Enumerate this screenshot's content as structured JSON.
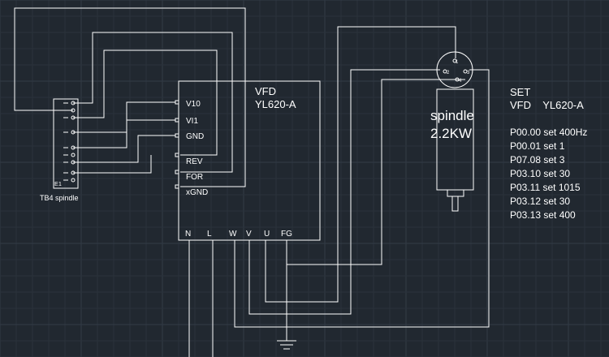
{
  "colors": {
    "background": "#212830",
    "grid": "#2c343e",
    "lines": "#ffffff"
  },
  "terminal_block": {
    "label": "TB4 spindle",
    "pin_marks": [
      "E",
      "1"
    ]
  },
  "vfd": {
    "title": "VFD",
    "model": "YL620-A",
    "left_terminals": [
      "V10",
      "VI1",
      "GND",
      "REV",
      "FOR",
      "xGND"
    ],
    "bottom_terminals": [
      "N",
      "L",
      "W",
      "V",
      "U",
      "FG"
    ]
  },
  "spindle": {
    "name": "spindle",
    "power": "2.2KW",
    "connector_pins": [
      "1",
      "2",
      "3",
      "4"
    ]
  },
  "settings": {
    "heading": "SET",
    "device": "VFD    YL620-A",
    "params": [
      "P00.00 set 400Hz",
      "P00.01 set 1",
      "P07.08 set 3",
      "P03.10 set 30",
      "P03.11 set 1015",
      "P03.12 set 30",
      "P03.13 set 400"
    ]
  }
}
